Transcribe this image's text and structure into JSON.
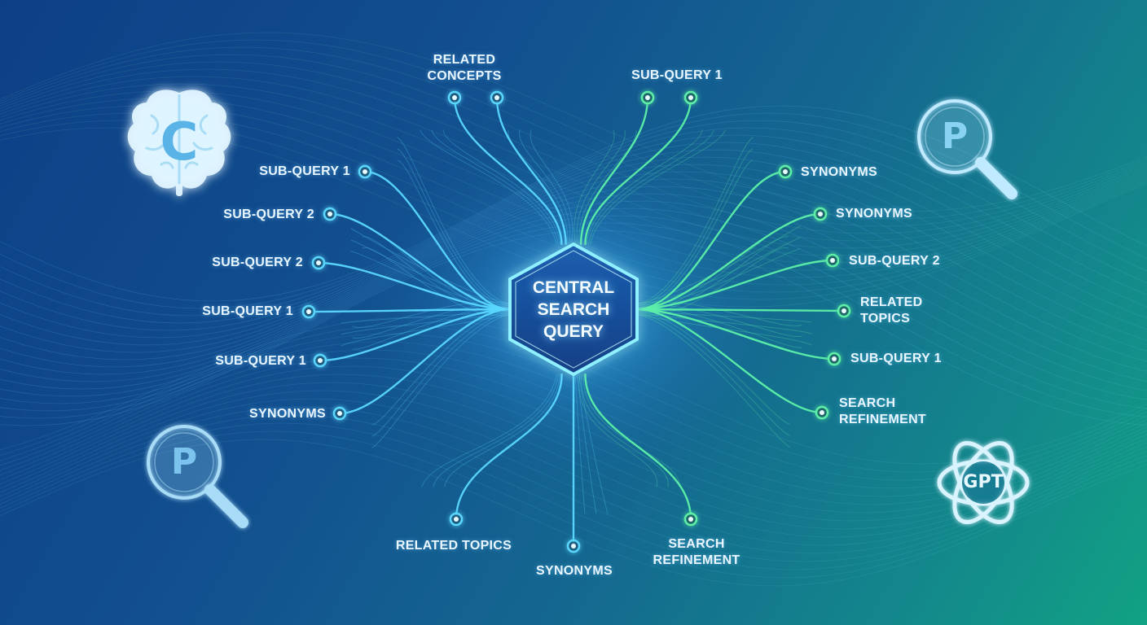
{
  "center": {
    "label": "CENTRAL\nSEARCH\nQUERY"
  },
  "branches": {
    "top": [
      {
        "label": "RELATED\nCONCEPTS"
      },
      {
        "label": "SUB-QUERY 1"
      }
    ],
    "left": [
      {
        "label": "SUB-QUERY 1"
      },
      {
        "label": "SUB-QUERY 2"
      },
      {
        "label": "SUB-QUERY 2"
      },
      {
        "label": "SUB-QUERY 1"
      },
      {
        "label": "SUB-QUERY 1"
      },
      {
        "label": "SYNONYMS"
      }
    ],
    "right": [
      {
        "label": "SYNONYMS"
      },
      {
        "label": "SYNONYMS"
      },
      {
        "label": "SUB-QUERY 2"
      },
      {
        "label": "RELATED\nTOPICS"
      },
      {
        "label": "SUB-QUERY 1"
      },
      {
        "label": "SEARCH\nREFINEMENT"
      }
    ],
    "bottom": [
      {
        "label": "RELATED TOPICS"
      },
      {
        "label": "SYNONYMS"
      },
      {
        "label": "SEARCH\nREFINEMENT"
      }
    ]
  },
  "logos": {
    "brain": {
      "icon": "brain-icon",
      "letter": "C"
    },
    "search_top_right": {
      "icon": "magnifier-icon",
      "letter": "P"
    },
    "search_bottom_left": {
      "icon": "magnifier-icon",
      "letter": "P"
    },
    "gpt": {
      "icon": "gpt-knot-icon",
      "letter": "GPT"
    }
  },
  "colors": {
    "blue_accent": "#5ad8ff",
    "green_accent": "#5cf0a8",
    "text": "#e9f6ff"
  }
}
